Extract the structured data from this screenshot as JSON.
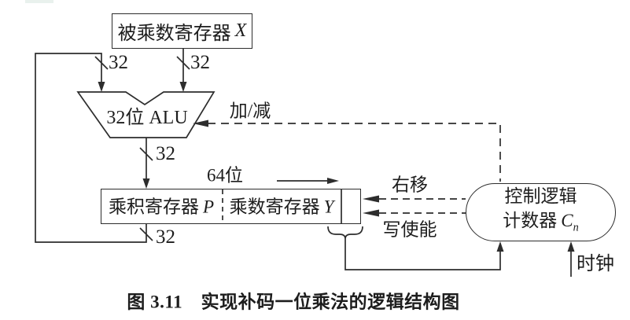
{
  "figure": {
    "caption": "图 3.11　实现补码一位乘法的逻辑结构图"
  },
  "blocks": {
    "multiplicand_register": {
      "label": "被乘数寄存器",
      "var": "X"
    },
    "alu": {
      "label": "32位 ALU"
    },
    "product_register": {
      "label": "乘积寄存器",
      "var": "P"
    },
    "multiplier_register": {
      "label": "乘数寄存器",
      "var": "Y"
    },
    "control_counter": {
      "line1": "控制逻辑",
      "line2": "计数器",
      "var": "C",
      "var_sub": "n"
    }
  },
  "signals": {
    "add_sub": "加/减",
    "shift_right": "右移",
    "write_enable": "写使能",
    "clock": "时钟",
    "bus_width_64": "64位"
  },
  "buses": {
    "alu_left_in": "32",
    "alu_right_in": "32",
    "alu_out": "32",
    "product_out": "32"
  },
  "colors": {
    "line": "#2d2d2d",
    "text": "#1d1d1d",
    "background": "#ffffff"
  }
}
